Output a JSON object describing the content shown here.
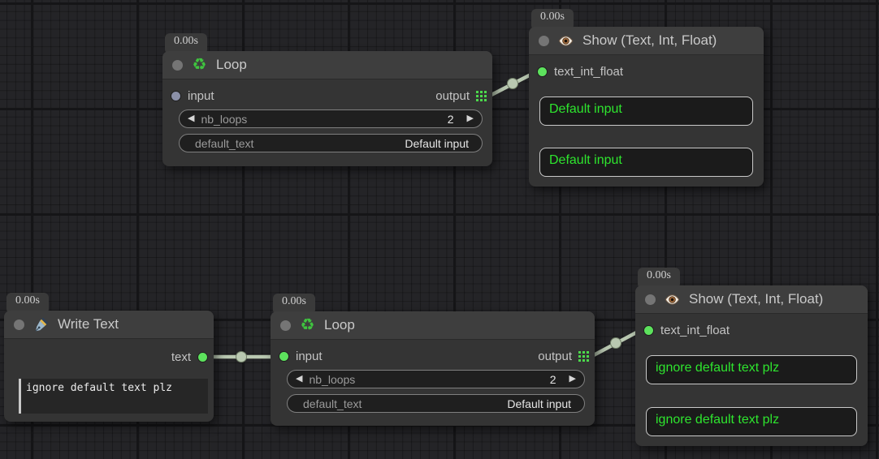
{
  "loop_top": {
    "badge": "0.00s",
    "title": "Loop",
    "input_label": "input",
    "output_label": "output",
    "nb_loops_label": "nb_loops",
    "nb_loops_value": "2",
    "default_text_label": "default_text",
    "default_text_value": "Default input"
  },
  "show_top": {
    "badge": "0.00s",
    "title": "Show (Text, Int, Float)",
    "input_label": "text_int_float",
    "display_values": [
      "Default input",
      "Default input"
    ]
  },
  "write_text": {
    "badge": "0.00s",
    "title": "Write Text",
    "output_label": "text",
    "text_value": "ignore default text plz"
  },
  "loop_bottom": {
    "badge": "0.00s",
    "title": "Loop",
    "input_label": "input",
    "output_label": "output",
    "nb_loops_label": "nb_loops",
    "nb_loops_value": "2",
    "default_text_label": "default_text",
    "default_text_value": "Default input"
  },
  "show_bottom": {
    "badge": "0.00s",
    "title": "Show (Text, Int, Float)",
    "input_label": "text_int_float",
    "display_values": [
      "ignore default text plz",
      "ignore default text plz"
    ]
  },
  "icons": {
    "decrement_arrow": "◀",
    "increment_arrow": "▶",
    "recycle": "♻"
  },
  "colors": {
    "accent_text_green": "#2ee52e",
    "slot_connected_green": "#5de25d",
    "slot_idle_gray": "#8b90a8",
    "wire_green": "#b9c8b1"
  }
}
